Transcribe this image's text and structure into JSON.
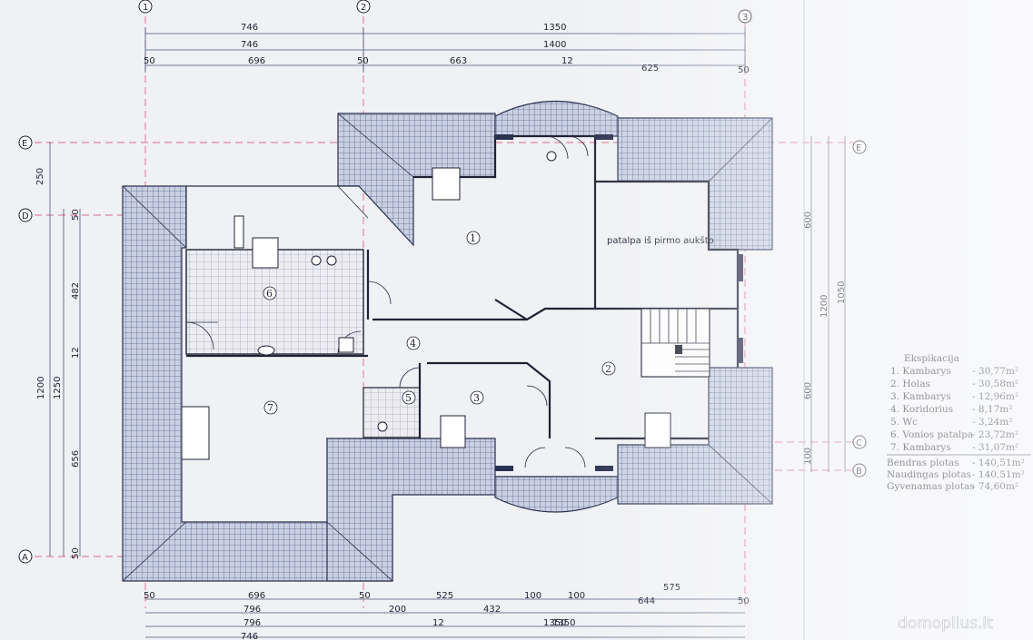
{
  "axes": {
    "top": [
      "1",
      "2",
      "3"
    ],
    "left": [
      "E",
      "D",
      "A"
    ],
    "right": [
      "E",
      "C",
      "B"
    ]
  },
  "dims_top": [
    "746",
    "1350",
    "746",
    "1400",
    "50",
    "696",
    "50",
    "663",
    "12",
    "625",
    "50"
  ],
  "dims_bottom": [
    "50",
    "696",
    "50",
    "525",
    "100",
    "100",
    "575",
    "796",
    "200",
    "432",
    "644",
    "50",
    "796",
    "12",
    "1350",
    "1350",
    "746"
  ],
  "dims_left": [
    "250",
    "50",
    "482",
    "12",
    "1200",
    "1250",
    "656",
    "50"
  ],
  "dims_right": [
    "600",
    "1050",
    "1200",
    "600",
    "100"
  ],
  "rooms": [
    "1",
    "2",
    "3",
    "4",
    "5",
    "6",
    "7"
  ],
  "stair_note": "patalpa iš pirmo aukšto",
  "legend": {
    "title": "Ekspikacija",
    "items": [
      {
        "label": "1.  Kambarys",
        "value": "- 30,77m²"
      },
      {
        "label": "2.  Holas",
        "value": "- 30,58m²"
      },
      {
        "label": "3.  Kambarys",
        "value": "- 12,96m²"
      },
      {
        "label": "4.  Koridorius",
        "value": "- 8,17m²"
      },
      {
        "label": "5.  Wc",
        "value": "- 3,24m²"
      },
      {
        "label": "6.  Vonios patalpa",
        "value": "- 23,72m²"
      },
      {
        "label": "7.  Kambarys",
        "value": "- 31,07m²"
      }
    ],
    "totals": [
      {
        "label": "Bendras plotas",
        "value": "- 140,51m²"
      },
      {
        "label": "Naudingas plotas",
        "value": "- 140,51m²"
      },
      {
        "label": "Gyvenamas plotas",
        "value": "- 74,60m²"
      }
    ]
  },
  "watermark": "domoplius.lt",
  "colors": {
    "line": "#1f2233",
    "tile": "#9aa6c4",
    "axis": "#d86a8a",
    "paper": "#f4f5f7"
  }
}
